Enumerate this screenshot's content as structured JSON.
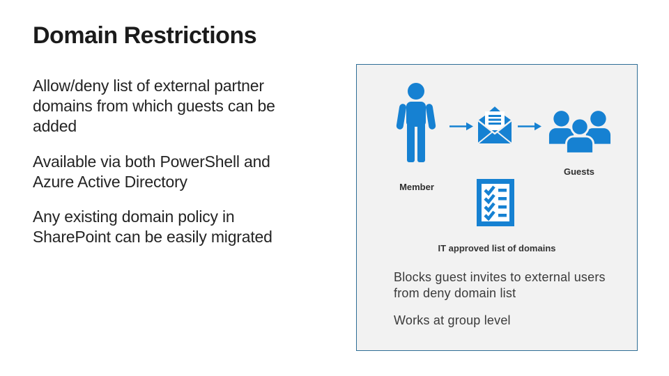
{
  "slide": {
    "title": "Domain Restrictions",
    "bullets": [
      {
        "lines": [
          "Allow/deny list of external partner",
          "domains from which guests can be",
          "added"
        ]
      },
      {
        "lines": [
          "Available via both PowerShell and",
          "Azure Active Directory"
        ]
      },
      {
        "lines": [
          "Any existing domain policy in",
          "SharePoint can be easily migrated"
        ]
      }
    ]
  },
  "diagram": {
    "member_label": "Member",
    "guests_label": "Guests",
    "checklist_label": "IT approved list of domains",
    "caption_1_lines": [
      "Blocks guest invites to external users",
      "from deny domain list"
    ],
    "caption_2": "Works at group level",
    "icons": [
      "member-icon",
      "arrow-right-icon",
      "invite-email-icon",
      "arrow-right-icon",
      "guests-icon",
      "checklist-icon"
    ]
  },
  "colors": {
    "icon_blue": "#1681d2",
    "box_border": "#2e6e96",
    "box_bg": "#f2f2f2",
    "title_color": "#1b1b1b",
    "body_color": "#242424",
    "label_color": "#2e2e2e",
    "caption_color": "#3a3a3a"
  }
}
